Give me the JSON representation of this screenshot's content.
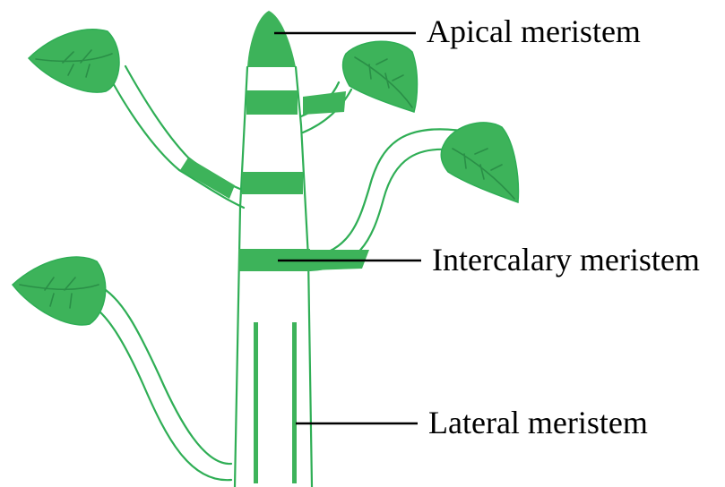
{
  "diagram": {
    "labels": {
      "apical": "Apical meristem",
      "intercalary": "Intercalary meristem",
      "lateral": "Lateral meristem"
    }
  },
  "colors": {
    "meristem_green": "#3db35a",
    "outline_green": "#2fae55",
    "leaf_vein": "#2a8f47",
    "leader_line": "#000000",
    "background": "#ffffff"
  }
}
